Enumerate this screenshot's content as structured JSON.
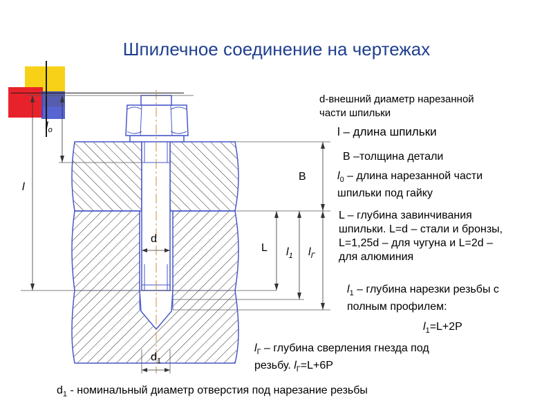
{
  "title": "Шпилечное соединение на чертежах",
  "colors": {
    "title": "#1f3f8f",
    "deco_yellow": "#f7d117",
    "deco_red": "#e8222b",
    "deco_blue": "#3a49c9",
    "outline": "#4757c8",
    "hatch": "#2a2a2a",
    "axis": "#d08a3a",
    "leader": "#555555"
  },
  "labels": {
    "l0_main": "l",
    "l0_sub": "о",
    "l": "l",
    "B": "B",
    "d": "d",
    "L": "L",
    "l1_main": "l",
    "l1_sub": "1",
    "lg_main": "l",
    "lg_sub": "Г",
    "d1_main": "d",
    "d1_sub": "1"
  },
  "notes": {
    "d_desc": [
      "d-внешний диаметр нарезанной",
      "части шпильки"
    ],
    "l_desc": "l – длина шпильки",
    "B_desc": "B  –толщина детали",
    "l0_desc_1_main": "l",
    "l0_desc_1_sub": "0",
    "l0_desc_1_rest": " – длина нарезанной части",
    "l0_desc_2": "шпильки под гайку",
    "L_desc": [
      "L – глубина завинчивания",
      "шпильки. L=d – стали и бронзы,",
      "L=1,25d – для чугуна и L=2d –",
      "для алюминия"
    ],
    "l1_desc_1_main": "l",
    "l1_desc_1_sub": "1",
    "l1_desc_1_rest": " – глубина нарезки резьбы с",
    "l1_desc_2": "полным профилем:",
    "l1_formula_main": "l",
    "l1_formula_sub": "1",
    "l1_formula_rest": "=L+2P",
    "lg_desc_1_main": "l",
    "lg_desc_1_sub": "Г",
    "lg_desc_1_rest": " – глубина сверления  гнезда под",
    "lg_desc_2_pre": "резьбу. ",
    "lg_desc_2_main": "l",
    "lg_desc_2_sub": "Г",
    "lg_desc_2_rest": "=L+6P",
    "d1_desc_main": "d",
    "d1_desc_sub": "1",
    "d1_desc_rest": " - номинальный диаметр отверстия под нарезание резьбы"
  }
}
